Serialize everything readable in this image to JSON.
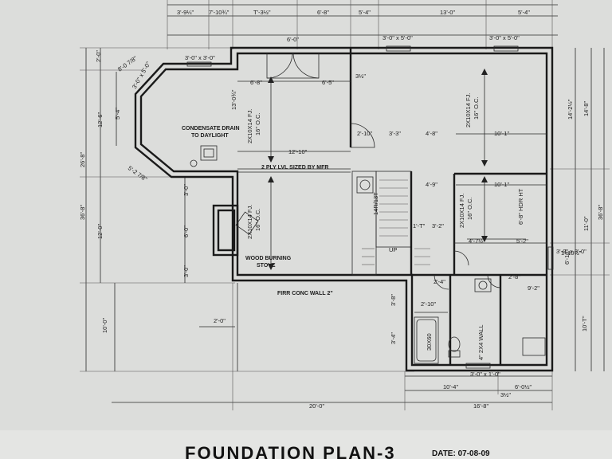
{
  "plan": {
    "title": "FOUNDATION PLAN-3",
    "date": "DATE: 07-08-09",
    "top_dims_row1": [
      "3'-9¼\"",
      "7'-10¾\"",
      "T'-3½\"",
      "6'-8\"",
      "5'-4\"",
      "13'-0\"",
      "5'-4\""
    ],
    "top_dims_row2": [
      "3'-0\" x 3'-0\"",
      "6'-0\"",
      "3'-0\" x 5'-0\"",
      "3'-0\" x 5'-0\""
    ],
    "left_dims": [
      "2'-0\"",
      "12'-6\"",
      "12'-0\"",
      "10'-0\"",
      "36'-8\"",
      "26'-8\""
    ],
    "right_dims": [
      "14'-2½\"",
      "14'-8\"",
      "11'-0\"",
      "10'-T\"",
      "36'-8\""
    ],
    "bottom_dims": [
      "2'-0\"",
      "20'-0\"",
      "10'-4\"",
      "6'-0½\"",
      "16'-8\"",
      "3'-0\" x 1'-0\"",
      "3½\""
    ],
    "interior_labels": [
      {
        "id": "bay-size",
        "text": "8'-0 7/8\""
      },
      {
        "id": "bay-window",
        "text": "3'-0\" x 5'-0\""
      },
      {
        "id": "bay-side",
        "text": "5'-2 7/8\""
      },
      {
        "id": "left-vert",
        "text": "5'-4\""
      },
      {
        "id": "dim-6-8",
        "text": "6'-8\""
      },
      {
        "id": "dim-13",
        "text": "13'-0¾\""
      },
      {
        "id": "dim-6-5",
        "text": "6'-5\""
      },
      {
        "id": "dim-12-10",
        "text": "12'-10\""
      },
      {
        "id": "dim-2-10",
        "text": "2'-10\""
      },
      {
        "id": "dim-3-3",
        "text": "3'-3\""
      },
      {
        "id": "dim-4-8",
        "text": "4'-8\""
      },
      {
        "id": "dim-10-1a",
        "text": "10'-1\""
      },
      {
        "id": "dim-10-1b",
        "text": "10'-1\""
      },
      {
        "id": "dim-4-9",
        "text": "4'-9\""
      },
      {
        "id": "dim-1-7",
        "text": "1'-T\""
      },
      {
        "id": "dim-3-2",
        "text": "3'-2\""
      },
      {
        "id": "dim-4-7",
        "text": "4'-7½\""
      },
      {
        "id": "dim-5-2",
        "text": "5'-2\""
      },
      {
        "id": "dim-2-8",
        "text": "2'-8\""
      },
      {
        "id": "dim-9-2",
        "text": "9'-2\""
      },
      {
        "id": "dim-2-4",
        "text": "2'-4\""
      },
      {
        "id": "dim-2-10b",
        "text": "2'-10\""
      },
      {
        "id": "dim-3-8",
        "text": "3'-8\""
      },
      {
        "id": "dim-3-4",
        "text": "3'-4\""
      },
      {
        "id": "dim-6-0",
        "text": "6'-0\""
      },
      {
        "id": "dim-3-0",
        "text": "3'-0\""
      },
      {
        "id": "dim-3-0b",
        "text": "3'-0\""
      },
      {
        "id": "dim-6-10",
        "text": "6'-10\""
      },
      {
        "id": "dim-1-10",
        "text": "1'-10½\""
      },
      {
        "id": "dim-3-5",
        "text": "3½\""
      },
      {
        "id": "stair-size",
        "text": "14R/13T"
      },
      {
        "id": "joist-1",
        "text": "2X10X14 FJ."
      },
      {
        "id": "joist-1b",
        "text": "16\" O.C."
      },
      {
        "id": "joist-2",
        "text": "2X10X14 FJ."
      },
      {
        "id": "joist-2b",
        "text": "16\" O.C."
      },
      {
        "id": "joist-3",
        "text": "2X10X14 FJ."
      },
      {
        "id": "joist-3b",
        "text": "16\" O.C."
      },
      {
        "id": "joist-4",
        "text": "2X10X14 FJ."
      },
      {
        "id": "joist-4b",
        "text": "16\" O.C."
      },
      {
        "id": "hdr",
        "text": "6'-8\" HDR HT"
      },
      {
        "id": "bath",
        "text": "30X60"
      },
      {
        "id": "wall2x4",
        "text": "4\" 2X4 WALL"
      },
      {
        "id": "up",
        "text": "UP"
      },
      {
        "id": "win-right",
        "text": "3'-0\" x 3'-0\""
      }
    ],
    "notes": {
      "condensate": "CONDENSATE DRAIN",
      "condensate2": "TO DAYLIGHT",
      "beam": "2 PLY LVL SIZED BY MFR",
      "stove": "WOOD BURNING",
      "stove2": "STOVE",
      "wall": "FIRR CONC WALL 2\""
    }
  }
}
